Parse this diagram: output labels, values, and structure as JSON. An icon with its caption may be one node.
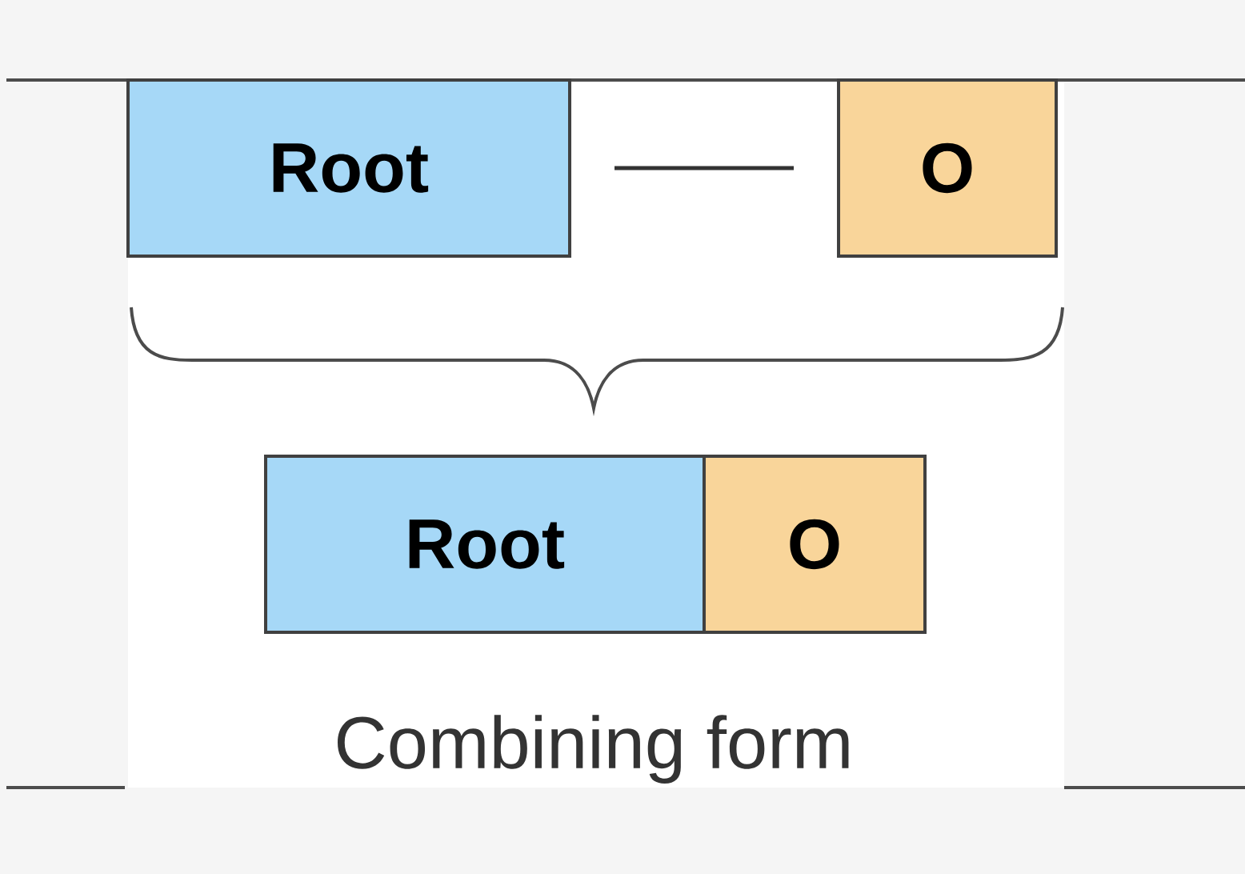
{
  "diagram": {
    "nodes": [
      {
        "text": [
          "Root"
        ]
      },
      {
        "text": [
          "O"
        ]
      },
      {
        "text": [
          "Root"
        ]
      },
      {
        "text": [
          "O"
        ]
      }
    ],
    "edges": [
      {
        "from": 0,
        "to": 1,
        "arrow": "none"
      }
    ],
    "labels": [
      "Combining form"
    ]
  }
}
